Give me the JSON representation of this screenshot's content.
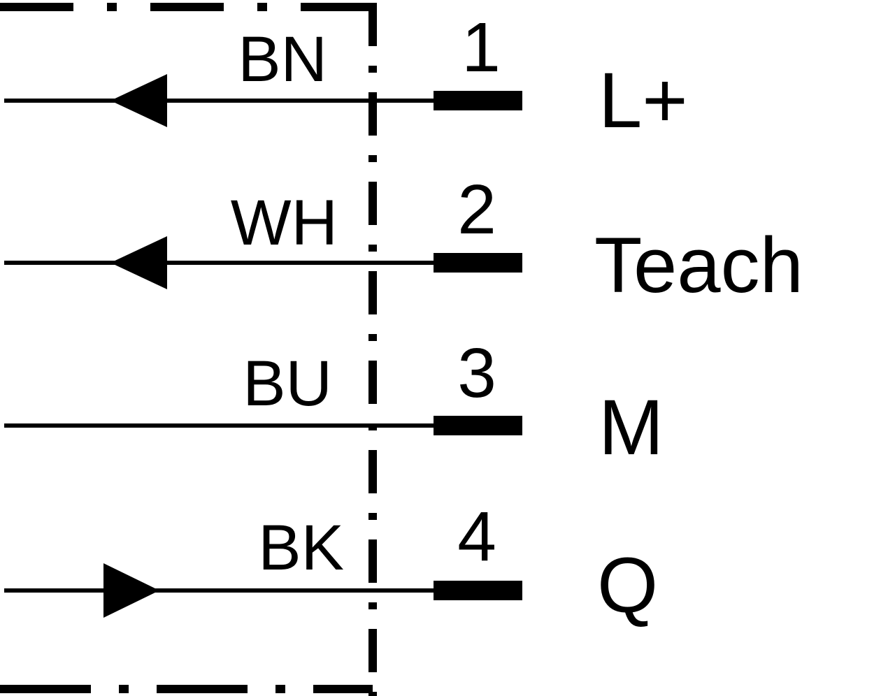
{
  "colors": {
    "line": "#000000",
    "background": "#ffffff"
  },
  "pins": [
    {
      "number": "1",
      "wire_color": "BN",
      "signal": "L+",
      "arrow": "left"
    },
    {
      "number": "2",
      "wire_color": "WH",
      "signal": "Teach",
      "arrow": "left"
    },
    {
      "number": "3",
      "wire_color": "BU",
      "signal": "M",
      "arrow": "none"
    },
    {
      "number": "4",
      "wire_color": "BK",
      "signal": "Q",
      "arrow": "right"
    }
  ]
}
